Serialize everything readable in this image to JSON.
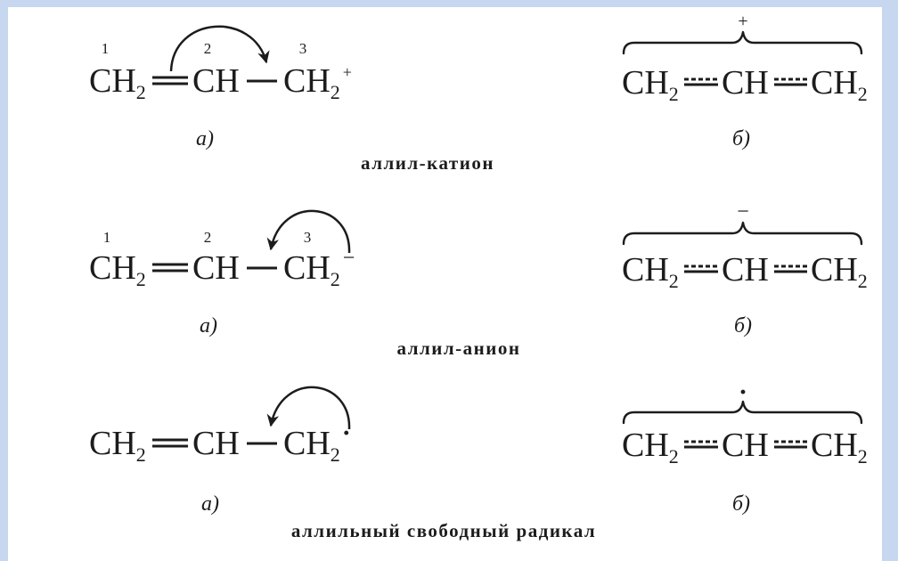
{
  "colors": {
    "frame": "#c7d7f0",
    "paper": "#ffffff",
    "ink": "#1c1c1c"
  },
  "rows": [
    {
      "locants": [
        "1",
        "2",
        "3"
      ],
      "structure_a": {
        "c1": "CH",
        "c1_sub": "2",
        "c2": "CH",
        "c3": "CH",
        "c3_sub": "2",
        "c3_sign": "+"
      },
      "label_a": "а)",
      "structure_b": {
        "top_sign": "+",
        "c1": "CH",
        "c1_sub": "2",
        "c2": "CH",
        "c3": "CH",
        "c3_sub": "2"
      },
      "label_b": "б)",
      "caption": "аллил-катион"
    },
    {
      "locants": [
        "1",
        "2",
        "3"
      ],
      "structure_a": {
        "c1": "CH",
        "c1_sub": "2",
        "c2": "CH",
        "c3": "CH",
        "c3_sub": "2",
        "c3_sign": "−"
      },
      "label_a": "а)",
      "structure_b": {
        "top_sign": "−",
        "c1": "CH",
        "c1_sub": "2",
        "c2": "CH",
        "c3": "CH",
        "c3_sub": "2"
      },
      "label_b": "б)",
      "caption": "аллил-анион"
    },
    {
      "locants": [],
      "structure_a": {
        "c1": "CH",
        "c1_sub": "2",
        "c2": "CH",
        "c3": "CH",
        "c3_sub": "2",
        "c3_sign": "·"
      },
      "label_a": "а)",
      "structure_b": {
        "top_sign": "·",
        "c1": "CH",
        "c1_sub": "2",
        "c2": "CH",
        "c3": "CH",
        "c3_sub": "2"
      },
      "label_b": "б)",
      "caption": "аллильный свободный радикал"
    }
  ]
}
